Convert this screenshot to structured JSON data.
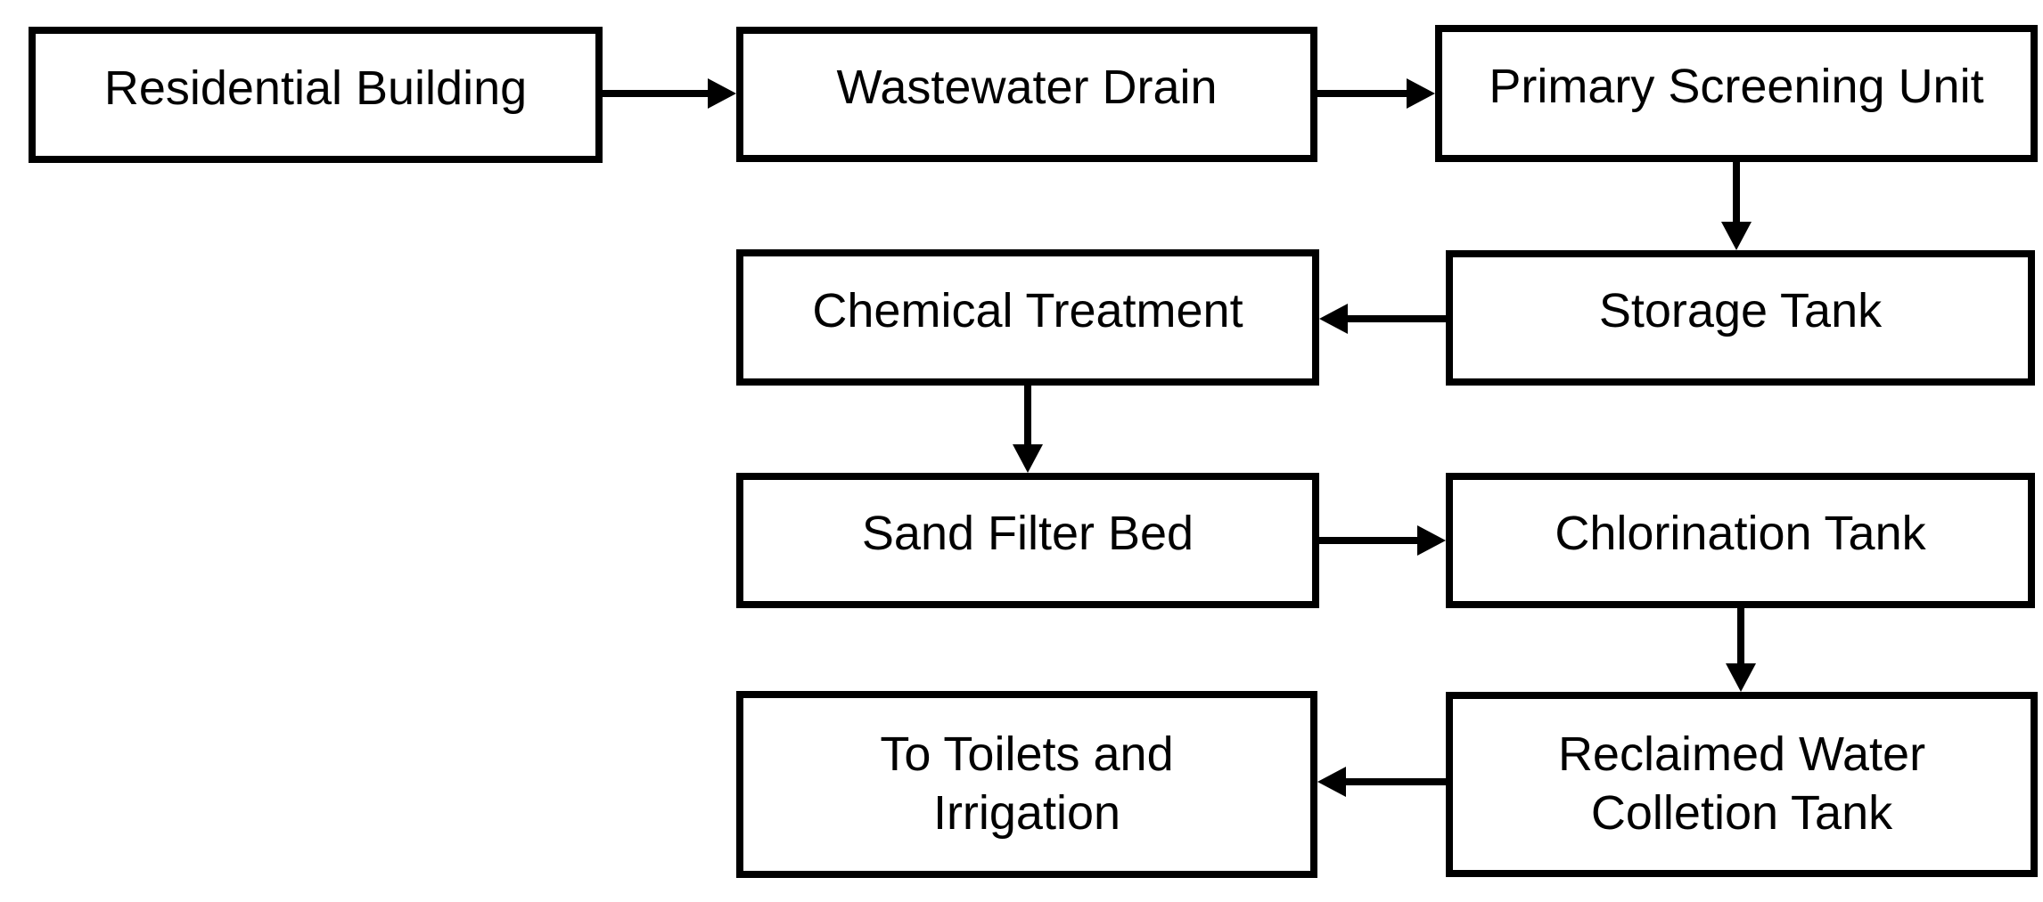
{
  "diagram": {
    "type": "flowchart",
    "nodes": [
      {
        "id": "residential-building",
        "label": "Residential Building"
      },
      {
        "id": "wastewater-drain",
        "label": "Wastewater Drain"
      },
      {
        "id": "primary-screening-unit",
        "label": "Primary Screening Unit"
      },
      {
        "id": "chemical-treatment",
        "label": "Chemical Treatment"
      },
      {
        "id": "storage-tank",
        "label": "Storage Tank"
      },
      {
        "id": "sand-filter-bed",
        "label": "Sand Filter Bed"
      },
      {
        "id": "chlorination-tank",
        "label": "Chlorination Tank"
      },
      {
        "id": "to-toilets-and-irrigation",
        "label": "To Toilets and\nIrrigation"
      },
      {
        "id": "reclaimed-water-colletion-tank",
        "label": "Reclaimed Water\nColletion Tank"
      }
    ],
    "edges": [
      {
        "from": "residential-building",
        "to": "wastewater-drain",
        "direction": "right"
      },
      {
        "from": "wastewater-drain",
        "to": "primary-screening-unit",
        "direction": "right"
      },
      {
        "from": "primary-screening-unit",
        "to": "storage-tank",
        "direction": "down"
      },
      {
        "from": "storage-tank",
        "to": "chemical-treatment",
        "direction": "left"
      },
      {
        "from": "chemical-treatment",
        "to": "sand-filter-bed",
        "direction": "down"
      },
      {
        "from": "sand-filter-bed",
        "to": "chlorination-tank",
        "direction": "right"
      },
      {
        "from": "chlorination-tank",
        "to": "reclaimed-water-colletion-tank",
        "direction": "down"
      },
      {
        "from": "reclaimed-water-colletion-tank",
        "to": "to-toilets-and-irrigation",
        "direction": "left"
      }
    ],
    "colors": {
      "box_border": "#000000",
      "box_fill": "#ffffff",
      "arrow": "#000000",
      "text": "#000000",
      "background": "#ffffff"
    }
  }
}
